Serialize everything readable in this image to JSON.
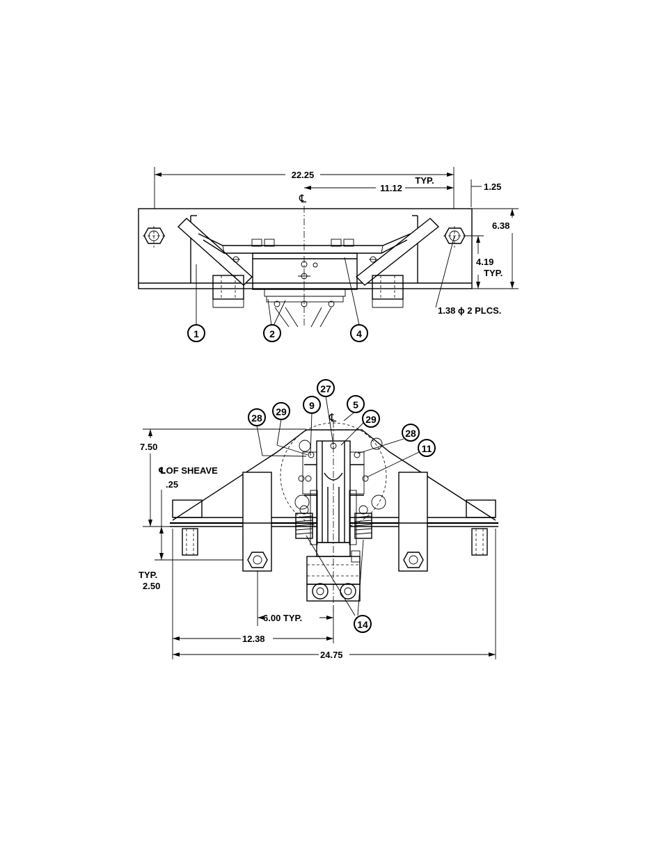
{
  "top_view": {
    "dims": {
      "overall_width": "22.25",
      "half_width": "11.12",
      "half_width_note": "TYP.",
      "top_thickness": "1.25",
      "height": "6.38",
      "bolt_height": "4.19",
      "bolt_height_note": "TYP.",
      "hole": "1.38 ϕ 2 PLCS.",
      "centerline": "℄"
    },
    "callouts": [
      "1",
      "2",
      "4"
    ]
  },
  "bottom_view": {
    "dims": {
      "height": "7.50",
      "sheave_label": "℄OF SHEAVE",
      "sheave_offset": ".25",
      "lower_note": "TYP.",
      "lower": "2.50",
      "bolt_spacing": "6.00 TYP.",
      "half_width": "12.38",
      "overall_width": "24.75",
      "centerline": "℄"
    },
    "callouts": [
      "27",
      "5",
      "9",
      "29",
      "28",
      "29",
      "28",
      "11",
      "14"
    ]
  }
}
